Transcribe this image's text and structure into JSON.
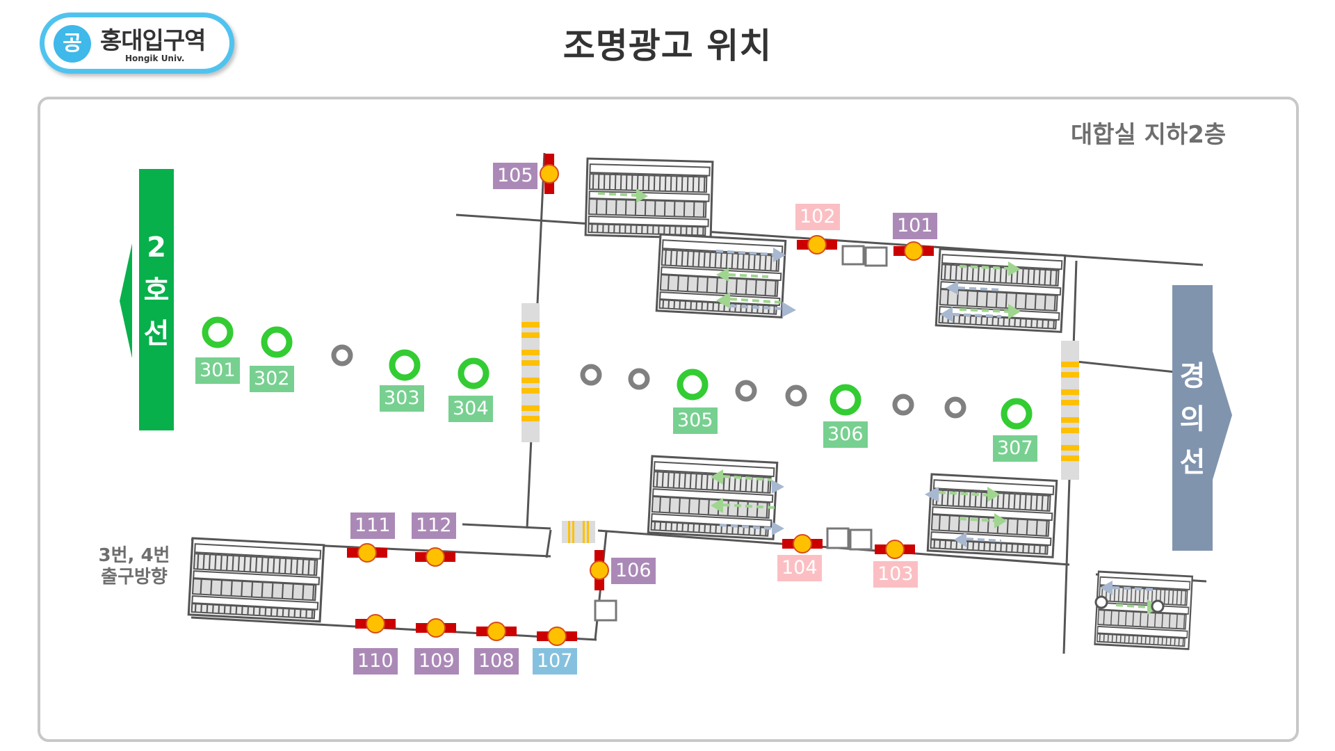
{
  "station": {
    "badge": "공",
    "name": "홍대입구역",
    "name_en": "Hongik Univ.",
    "brand_color": "#4fc3ef"
  },
  "page_title": "조명광고 위치",
  "floor_label": "대합실 지하2층",
  "exit_label_line1": "3번, 4번",
  "exit_label_line2": "출구방향",
  "lines": {
    "left": {
      "chars": [
        "2",
        "호",
        "선"
      ],
      "name": "2호선",
      "direction": "left",
      "color": "#07b04b"
    },
    "right": {
      "chars": [
        "경",
        "의",
        "선"
      ],
      "name": "경의선",
      "direction": "right",
      "color": "#8194ae"
    }
  },
  "legend_colors": {
    "purple": "#ab89b7",
    "pink": "#fbbfc3",
    "blue": "#85c1de",
    "green": "#77d090",
    "ad_marker": "#ffc000",
    "ad_marker_bar": "#cc0000",
    "pillar_ad": "#33cc33",
    "pillar": "#808080"
  },
  "wall_ads": [
    {
      "id": "101",
      "color": "purple"
    },
    {
      "id": "102",
      "color": "pink"
    },
    {
      "id": "103",
      "color": "pink"
    },
    {
      "id": "104",
      "color": "pink"
    },
    {
      "id": "105",
      "color": "purple"
    },
    {
      "id": "106",
      "color": "purple"
    },
    {
      "id": "107",
      "color": "blue"
    },
    {
      "id": "108",
      "color": "purple"
    },
    {
      "id": "109",
      "color": "purple"
    },
    {
      "id": "110",
      "color": "purple"
    },
    {
      "id": "111",
      "color": "purple"
    },
    {
      "id": "112",
      "color": "purple"
    }
  ],
  "pillar_ads": [
    {
      "id": "301"
    },
    {
      "id": "302"
    },
    {
      "id": "303"
    },
    {
      "id": "304"
    },
    {
      "id": "305"
    },
    {
      "id": "306"
    },
    {
      "id": "307"
    }
  ]
}
